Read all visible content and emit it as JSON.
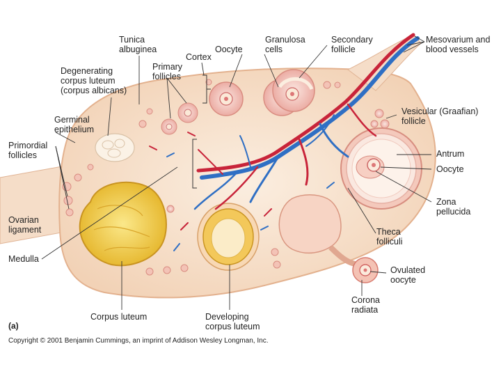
{
  "figure": {
    "tag": "(a)",
    "copyright": "Copyright © 2001 Benjamin Cummings, an imprint of Addison Wesley Longman, Inc."
  },
  "labels": {
    "tunica_albuginea": "Tunica\nalbuginea",
    "cortex": "Cortex",
    "oocyte_top": "Oocyte",
    "granulosa_cells": "Granulosa\ncells",
    "secondary_follicle": "Secondary\nfollicle",
    "mesovarium": "Mesovarium and\nblood vessels",
    "degenerating_corpus_luteum": "Degenerating\ncorpus luteum\n(corpus albicans)",
    "primary_follicles": "Primary\nfollicles",
    "vesicular_follicle": "Vesicular (Graafian)\nfollicle",
    "germinal_epithelium": "Germinal\nepithelium",
    "primordial_follicles": "Primordial\nfollicles",
    "antrum": "Antrum",
    "oocyte_right": "Oocyte",
    "zona_pellucida": "Zona\npellucida",
    "ovarian_ligament": "Ovarian\nligament",
    "theca_folliculi": "Theca\nfolliculi",
    "medulla": "Medulla",
    "ovulated_oocyte": "Ovulated\noocyte",
    "corona_radiata": "Corona\nradiata",
    "corpus_luteum": "Corpus luteum",
    "developing_corpus_luteum": "Developing\ncorpus luteum"
  },
  "colors": {
    "ovary_fill": "#f6dcc4",
    "ovary_edge": "#e6b898",
    "artery": "#c8243a",
    "vein": "#2f6fc4",
    "corpus_luteum": "#f2cf4a",
    "follicle": "#f0b0a8",
    "leader_line": "#333333"
  }
}
